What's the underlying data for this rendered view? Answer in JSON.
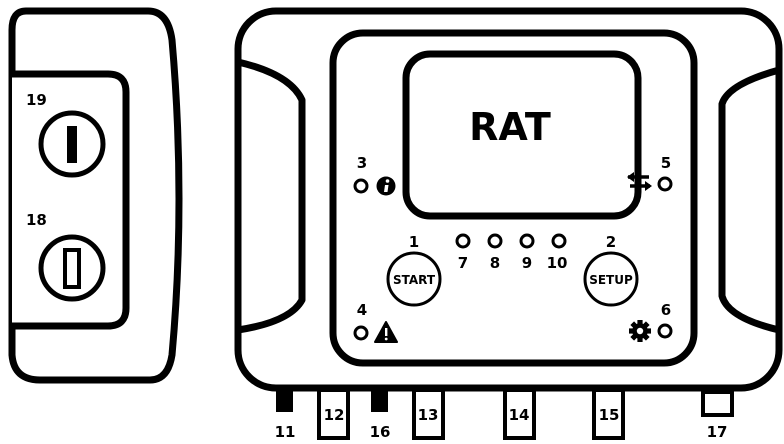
{
  "screen": {
    "text": "RAT"
  },
  "buttons": {
    "start": {
      "number": "1",
      "label": "START"
    },
    "setup": {
      "number": "2",
      "label": "SETUP"
    }
  },
  "indicators": {
    "info": {
      "number": "3",
      "icon": "info-icon"
    },
    "warning": {
      "number": "4",
      "icon": "warning-icon"
    },
    "transfer": {
      "number": "5",
      "icon": "transfer-arrows-icon"
    },
    "settings": {
      "number": "6",
      "icon": "gear-icon"
    },
    "leds": [
      "7",
      "8",
      "9",
      "10"
    ]
  },
  "side_switches": {
    "top": {
      "number": "19",
      "icon": "power-on-switch-icon"
    },
    "bottom": {
      "number": "18",
      "icon": "power-off-switch-icon"
    }
  },
  "ports": [
    "11",
    "12",
    "16",
    "13",
    "14",
    "15",
    "17"
  ]
}
